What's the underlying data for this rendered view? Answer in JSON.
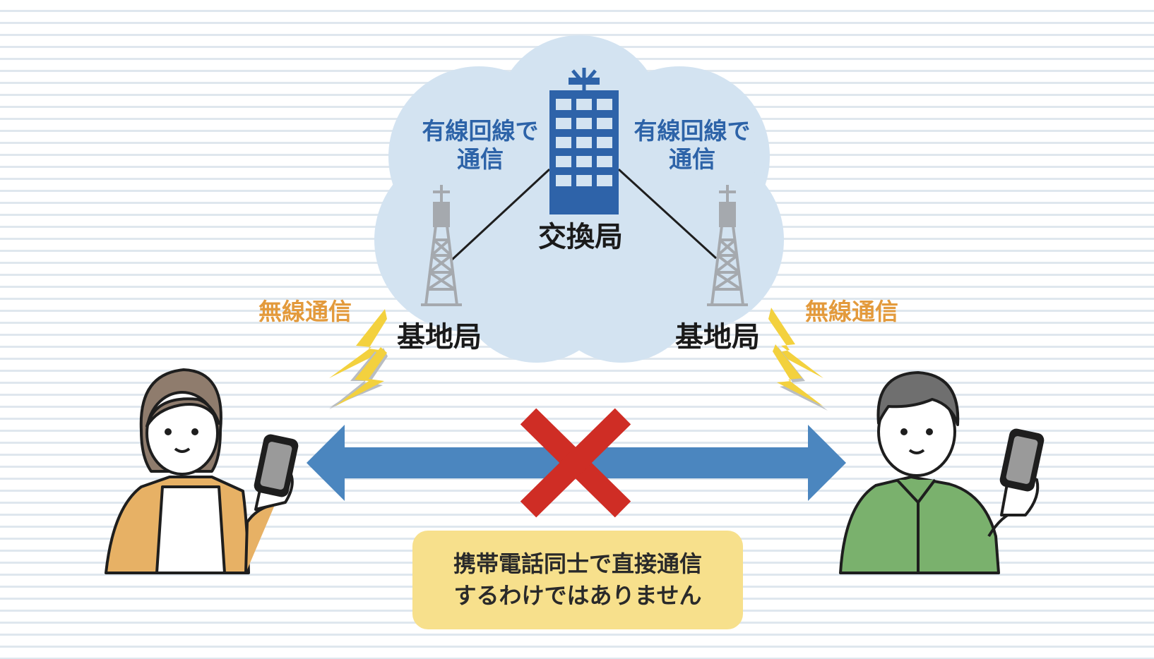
{
  "labels": {
    "wired_left": [
      "有線回線で",
      "通信"
    ],
    "wired_right": [
      "有線回線で",
      "通信"
    ],
    "exchange": "交換局",
    "base_station_left": "基地局",
    "base_station_right": "基地局",
    "wireless_left": "無線通信",
    "wireless_right": "無線通信"
  },
  "note": {
    "line1": "携帯電話同士で直接通信",
    "line2": "するわけではありません"
  },
  "colors": {
    "cloud": "#d3e3f1",
    "building": "#2e63a9",
    "arrow": "#4b86bf",
    "cross": "#cf2d25",
    "lightning": "#f3d13e",
    "wired_text": "#2d63a8",
    "wireless_text": "#e39a3c",
    "note_bg": "#f7e08c",
    "woman_jacket": "#e7b165",
    "man_shirt": "#7ab16d"
  },
  "icons": [
    "exchange-building-icon",
    "antenna-tower-icon",
    "lightning-icon",
    "woman-with-phone-icon",
    "man-with-phone-icon",
    "cross-mark-icon",
    "double-arrow-icon"
  ]
}
